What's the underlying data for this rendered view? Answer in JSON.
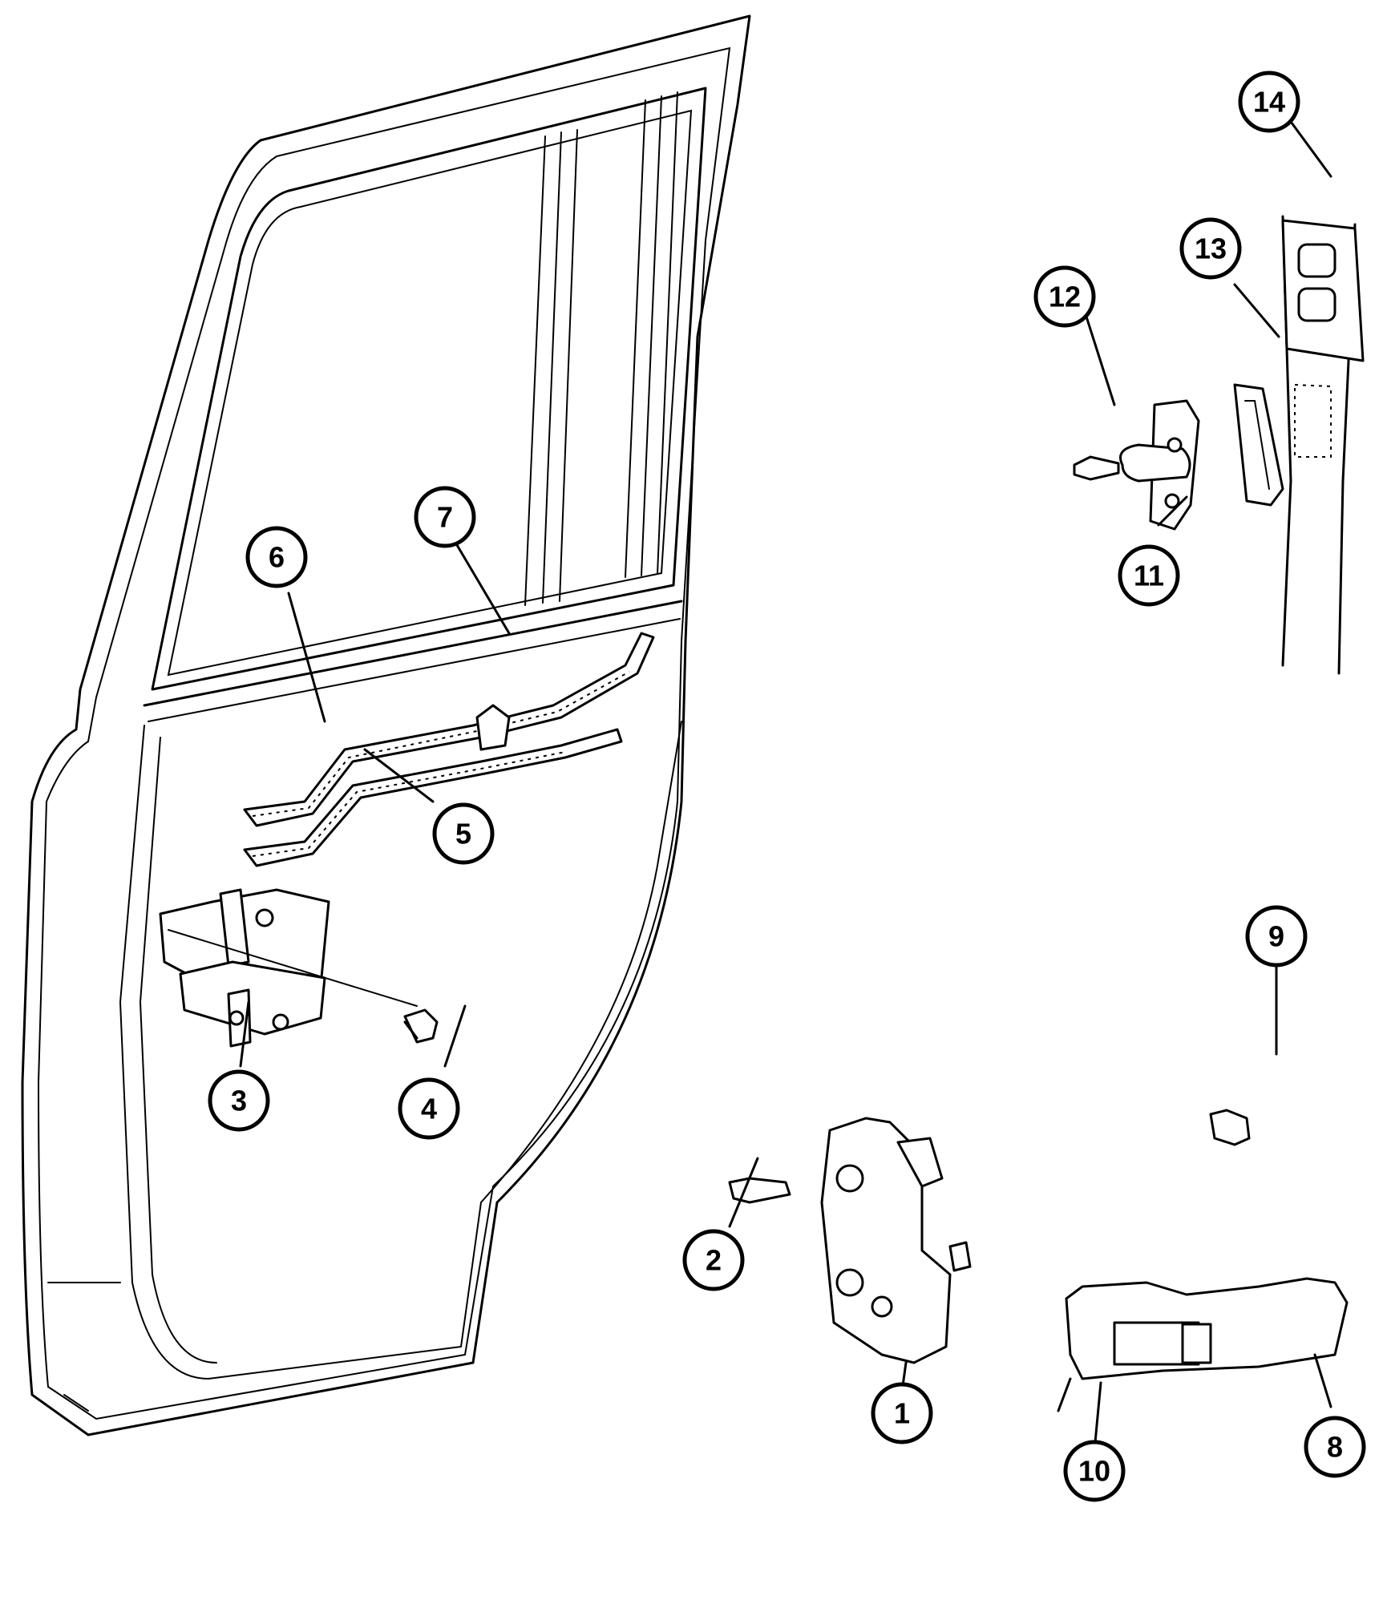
{
  "callouts": [
    {
      "label": "1"
    },
    {
      "label": "2"
    },
    {
      "label": "3"
    },
    {
      "label": "4"
    },
    {
      "label": "5"
    },
    {
      "label": "6"
    },
    {
      "label": "7"
    },
    {
      "label": "8"
    },
    {
      "label": "9"
    },
    {
      "label": "10"
    },
    {
      "label": "11"
    },
    {
      "label": "12"
    },
    {
      "label": "13"
    },
    {
      "label": "14"
    }
  ]
}
